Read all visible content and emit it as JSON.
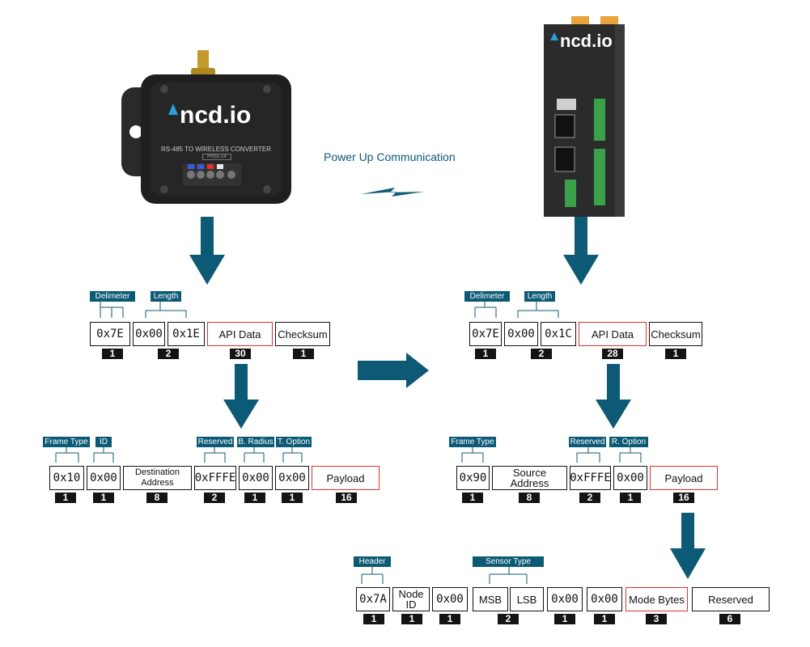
{
  "title": "Power Up Communication",
  "device_left": {
    "brand": "ncd.io",
    "subtitle": "RS-485 TO WIRELESS CONVERTER",
    "model": "PR55-14"
  },
  "device_right": {
    "brand": "ncd.io"
  },
  "frame_tx": {
    "tags": {
      "delimeter": "Delimeter",
      "length": "Length"
    },
    "cells": [
      "0x7E",
      "0x00",
      "0x1E",
      "API Data",
      "Checksum"
    ],
    "counts": [
      "1",
      "2",
      "30",
      "1"
    ]
  },
  "frame_rx": {
    "tags": {
      "delimeter": "Delimeter",
      "length": "Length"
    },
    "cells": [
      "0x7E",
      "0x00",
      "0x1C",
      "API Data",
      "Checksum"
    ],
    "counts": [
      "1",
      "2",
      "28",
      "1"
    ]
  },
  "api_tx": {
    "tags": {
      "frame_type": "Frame Type",
      "id": "ID",
      "reserved": "Reserved",
      "b_radius": "B. Radius",
      "t_option": "T. Option"
    },
    "cells": [
      "0x10",
      "0x00",
      "Destination Address",
      "0xFFFE",
      "0x00",
      "0x00",
      "Payload"
    ],
    "counts": [
      "1",
      "1",
      "8",
      "2",
      "1",
      "1",
      "16"
    ]
  },
  "api_rx": {
    "tags": {
      "frame_type": "Frame Type",
      "reserved": "Reserved",
      "r_option": "R. Option"
    },
    "cells": [
      "0x90",
      "Source Address",
      "0xFFFE",
      "0x00",
      "Payload"
    ],
    "counts": [
      "1",
      "8",
      "2",
      "1",
      "16"
    ]
  },
  "payload": {
    "tags": {
      "header": "Header",
      "sensor_type": "Sensor Type"
    },
    "cells": [
      "0x7A",
      "Node ID",
      "0x00",
      "MSB",
      "LSB",
      "0x00",
      "0x00",
      "Mode Bytes",
      "Reserved"
    ],
    "counts": [
      "1",
      "1",
      "1",
      "2",
      "1",
      "1",
      "3",
      "6"
    ]
  }
}
